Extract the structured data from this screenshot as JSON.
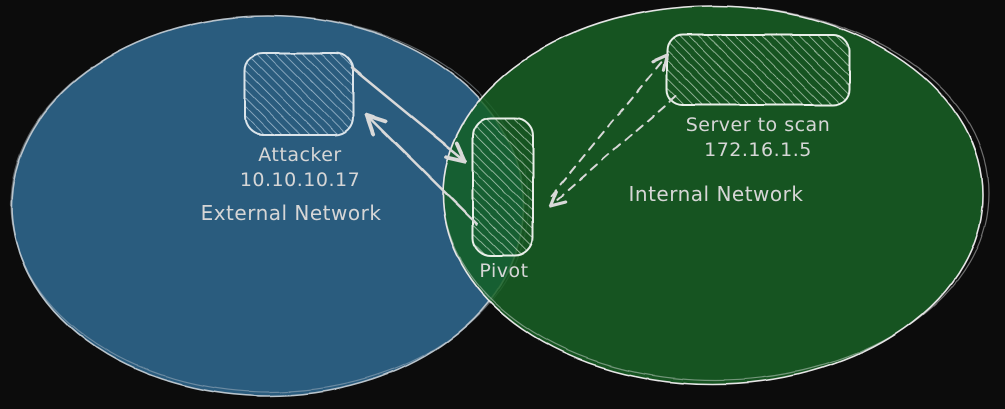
{
  "canvas": {
    "background": "#0c0c0c",
    "stroke_color": "#d9d9d9",
    "text_color": "#d6d6d6"
  },
  "external_network": {
    "label": "External Network",
    "fill": "#2a5b7e",
    "attacker": {
      "name": "Attacker",
      "ip": "10.10.10.17"
    }
  },
  "internal_network": {
    "label": "Internal Network",
    "fill": "#166024",
    "server": {
      "name": "Server to scan",
      "ip": "172.16.1.5"
    }
  },
  "pivot": {
    "label": "Pivot"
  },
  "connections": [
    {
      "from": "Attacker",
      "to": "Pivot",
      "style": "solid",
      "direction": "bidirectional"
    },
    {
      "from": "Pivot",
      "to": "Server to scan",
      "style": "dashed",
      "direction": "bidirectional"
    }
  ]
}
